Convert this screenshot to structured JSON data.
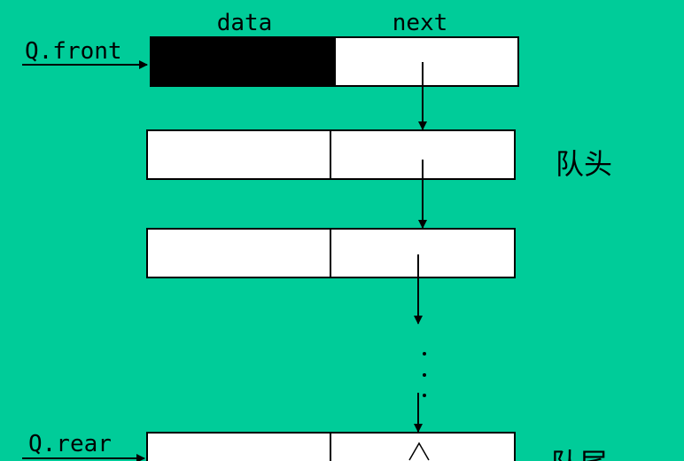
{
  "header": {
    "data_label": "data",
    "next_label": "next"
  },
  "pointers": {
    "front_label": "Q.front",
    "rear_label": "Q.rear"
  },
  "annotations": {
    "head_label": "队头",
    "tail_label": "队尾"
  },
  "colors": {
    "background": "#00CC99",
    "node_fill": "#FFFFFF",
    "head_node_data_fill": "#000000",
    "stroke": "#000000"
  }
}
